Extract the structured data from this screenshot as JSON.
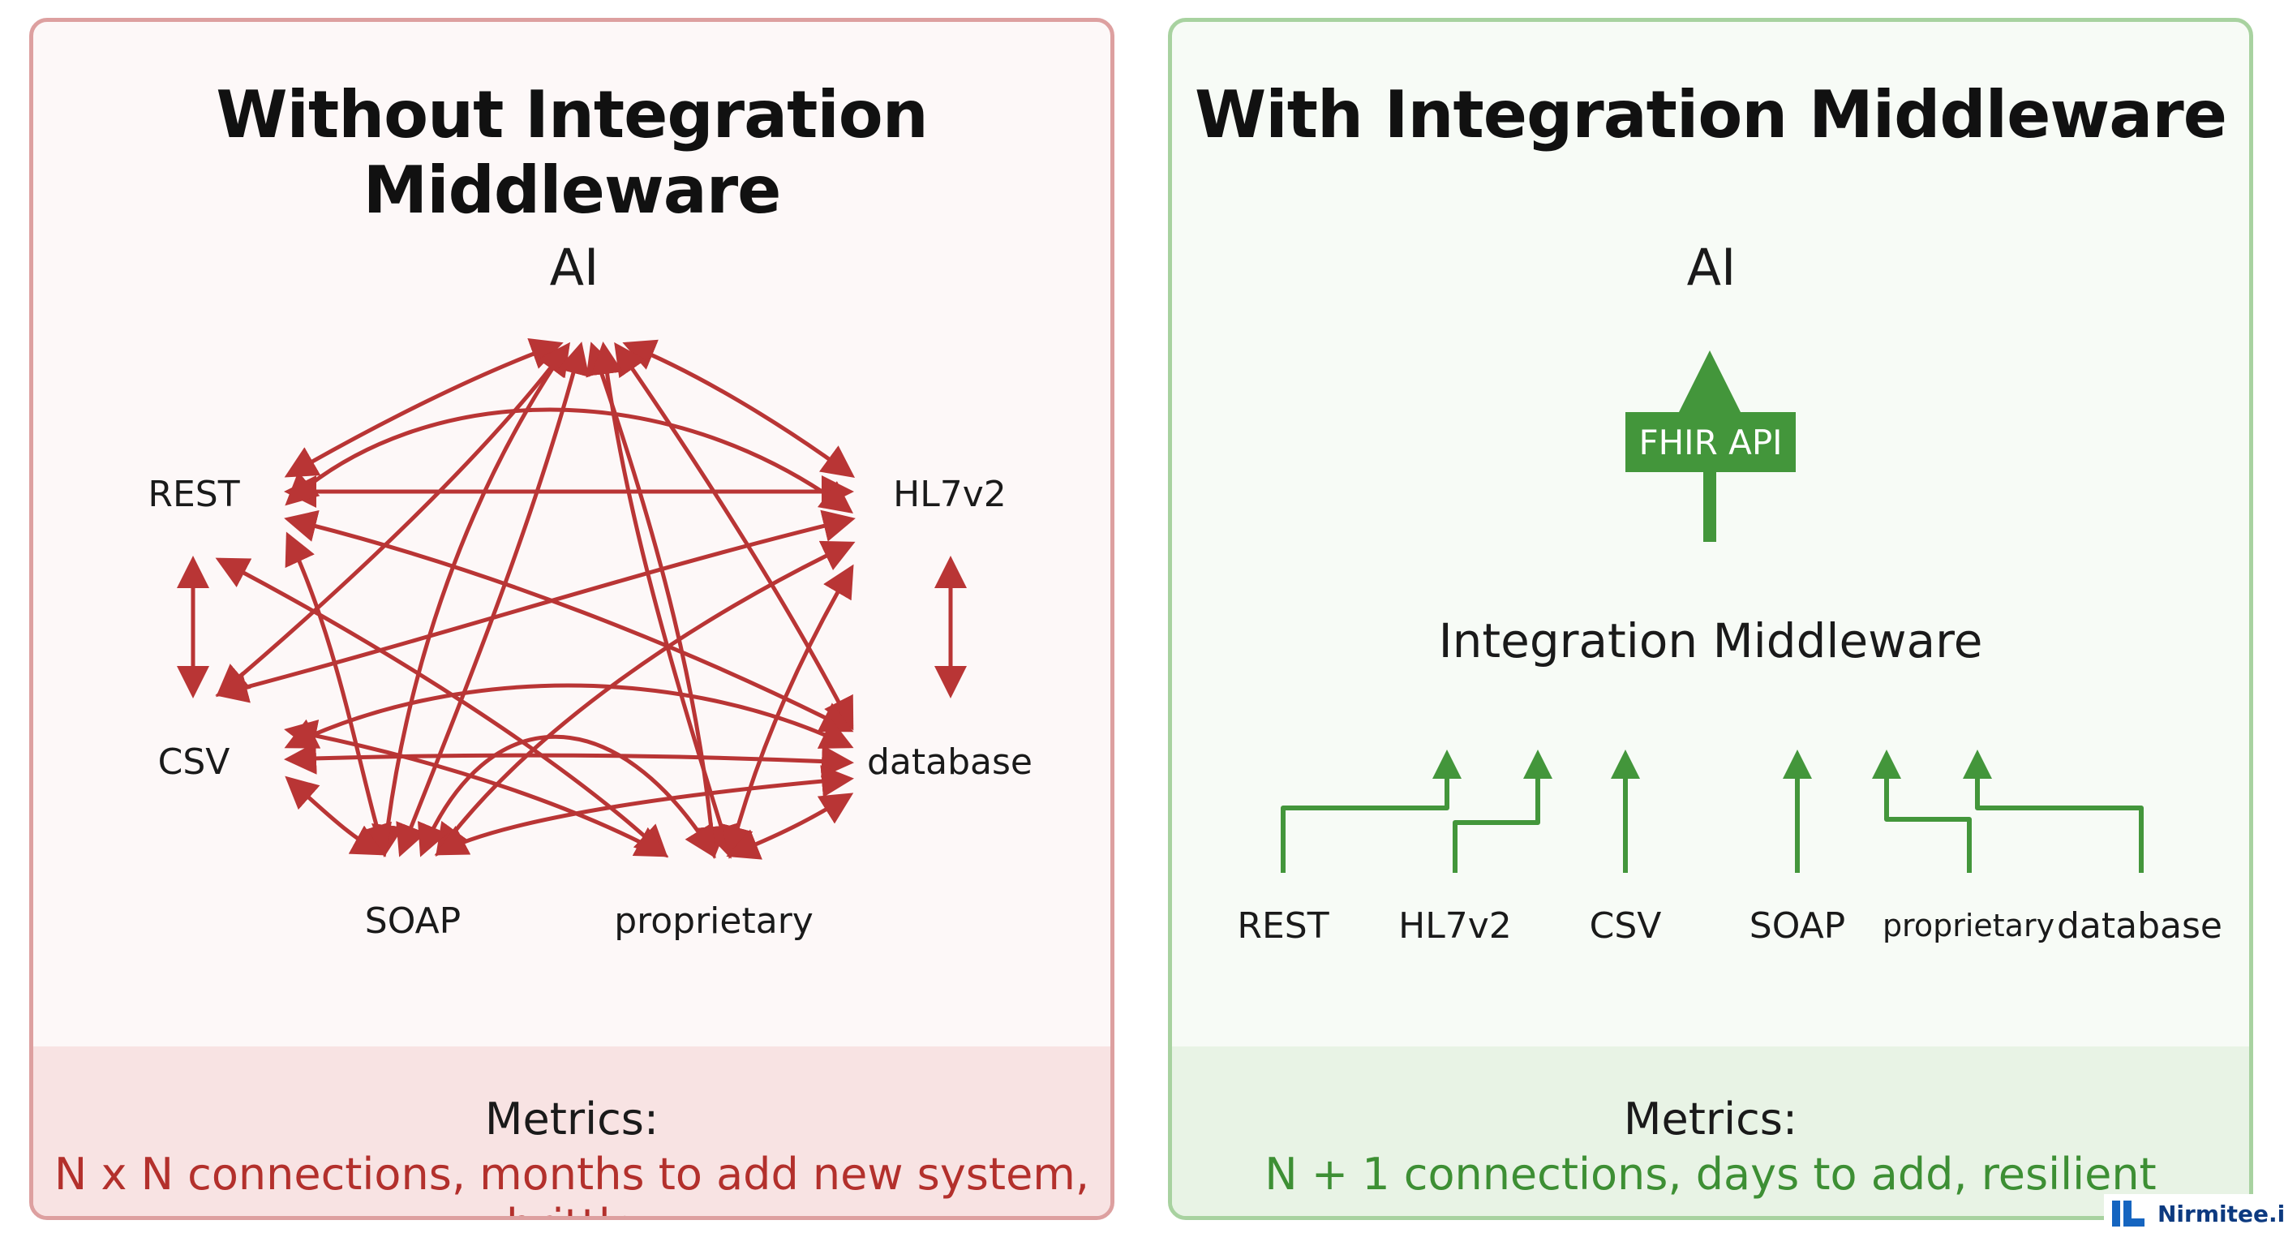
{
  "left_panel": {
    "title": "Without Integration Middleware",
    "ai_label": "AI",
    "systems": {
      "rest": "REST",
      "hl7v2": "HL7v2",
      "csv": "CSV",
      "database": "database",
      "soap": "SOAP",
      "proprietary": "proprietary"
    },
    "metrics_label": "Metrics:",
    "metrics_value": "N x N connections, months to add new system, brittle"
  },
  "right_panel": {
    "title": "With Integration Middleware",
    "ai_label": "AI",
    "api_label": "FHIR API",
    "middleware_label": "Integration Middleware",
    "systems": [
      "REST",
      "HL7v2",
      "CSV",
      "SOAP",
      "proprietary",
      "database"
    ],
    "metrics_label": "Metrics:",
    "metrics_value": "N + 1 connections, days to add, resilient"
  },
  "brand": {
    "name": "Nirmitee.io",
    "icon": "nirmitee-logo-icon"
  },
  "colors": {
    "red_accent": "#b93535",
    "red_fill": "#f6d3d3",
    "green_accent": "#43963b",
    "green_fill": "#dcefd8",
    "brand_blue": "#1565c0"
  }
}
